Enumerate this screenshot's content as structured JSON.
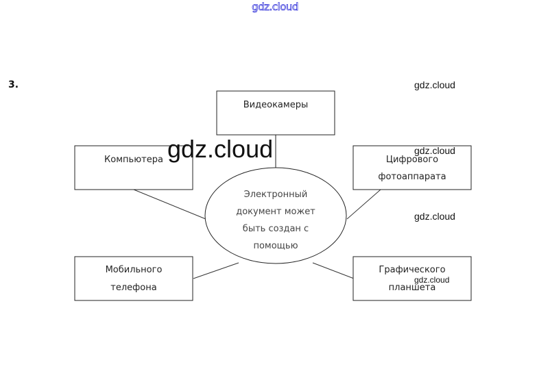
{
  "watermark_top": "gdz.cloud",
  "task_number": "3.",
  "watermarks": {
    "right_1": "gdz.cloud",
    "right_2": "gdz.cloud",
    "right_3": "gdz.cloud",
    "big": "gdz.cloud",
    "tiny": "gdz.cloud"
  },
  "diagram": {
    "center": {
      "lines": [
        "Электронный",
        "документ может",
        "быть создан с",
        "помощью"
      ]
    },
    "nodes": [
      {
        "id": "video",
        "lines": [
          "Видеокамеры"
        ]
      },
      {
        "id": "computer",
        "lines": [
          "Компьютера"
        ]
      },
      {
        "id": "camera",
        "lines": [
          "Цифрового",
          "фотоаппарата"
        ]
      },
      {
        "id": "phone",
        "lines": [
          "Мобильного",
          "телефона"
        ]
      },
      {
        "id": "tablet",
        "lines": [
          "Графического",
          "планшета"
        ]
      }
    ]
  }
}
